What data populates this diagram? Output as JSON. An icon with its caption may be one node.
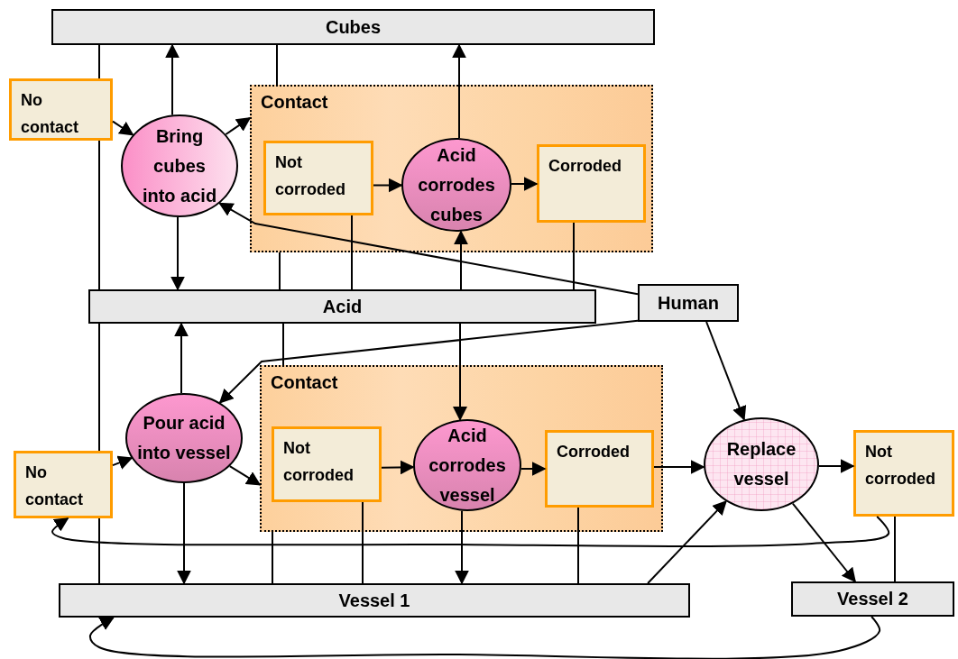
{
  "diagram": {
    "nodes": [
      {
        "text": [
          "Cubes"
        ]
      },
      {
        "text": [
          "No contact"
        ]
      },
      {
        "text": [
          "Bring cubes into acid"
        ]
      },
      {
        "text": [
          "Contact"
        ]
      },
      {
        "text": [
          "Not corroded"
        ],
        "in": 3
      },
      {
        "text": [
          "Acid corrodes cubes"
        ],
        "in": 3
      },
      {
        "text": [
          "Corroded"
        ],
        "in": 3
      },
      {
        "text": [
          "Acid"
        ]
      },
      {
        "text": [
          "Human"
        ]
      },
      {
        "text": [
          "No contact"
        ]
      },
      {
        "text": [
          "Pour acid into vessel"
        ]
      },
      {
        "text": [
          "Contact"
        ]
      },
      {
        "text": [
          "Not corroded"
        ],
        "in": 11
      },
      {
        "text": [
          "Acid corrodes vessel"
        ],
        "in": 11
      },
      {
        "text": [
          "Corroded"
        ],
        "in": 11
      },
      {
        "text": [
          "Replace vessel"
        ]
      },
      {
        "text": [
          "Not corroded"
        ]
      },
      {
        "text": [
          "Vessel 1"
        ]
      },
      {
        "text": [
          "Vessel 2"
        ]
      }
    ],
    "edges": [
      {
        "from": 0,
        "to": 1,
        "arrow": "none"
      },
      {
        "from": 1,
        "to": 7,
        "arrow": "none"
      },
      {
        "from": 1,
        "to": 2,
        "arrow": "to"
      },
      {
        "from": 2,
        "to": 0,
        "arrow": "to"
      },
      {
        "from": 2,
        "to": 7,
        "arrow": "to"
      },
      {
        "from": 2,
        "to": 3,
        "arrow": "to"
      },
      {
        "from": 4,
        "to": 5,
        "arrow": "to"
      },
      {
        "from": 5,
        "to": 6,
        "arrow": "to"
      },
      {
        "from": 5,
        "to": 0,
        "arrow": "to"
      },
      {
        "from": 7,
        "to": 5,
        "arrow": "to"
      },
      {
        "from": 4,
        "to": 7,
        "arrow": "none"
      },
      {
        "from": 6,
        "to": 7,
        "arrow": "none"
      },
      {
        "from": 0,
        "to": 3,
        "arrow": "none"
      },
      {
        "from": 3,
        "to": 7,
        "arrow": "none"
      },
      {
        "from": 8,
        "to": 2,
        "arrow": "to"
      },
      {
        "from": 7,
        "to": 9,
        "arrow": "none"
      },
      {
        "from": 9,
        "to": 17,
        "arrow": "none"
      },
      {
        "from": 9,
        "to": 10,
        "arrow": "to"
      },
      {
        "from": 10,
        "to": 7,
        "arrow": "to"
      },
      {
        "from": 10,
        "to": 17,
        "arrow": "to"
      },
      {
        "from": 10,
        "to": 11,
        "arrow": "to"
      },
      {
        "from": 7,
        "to": 11,
        "arrow": "none"
      },
      {
        "from": 11,
        "to": 17,
        "arrow": "none"
      },
      {
        "from": 12,
        "to": 13,
        "arrow": "to"
      },
      {
        "from": 13,
        "to": 14,
        "arrow": "to"
      },
      {
        "from": 7,
        "to": 13,
        "arrow": "to"
      },
      {
        "from": 13,
        "to": 17,
        "arrow": "to"
      },
      {
        "from": 12,
        "to": 17,
        "arrow": "none"
      },
      {
        "from": 14,
        "to": 17,
        "arrow": "none"
      },
      {
        "from": 8,
        "to": 10,
        "arrow": "to"
      },
      {
        "from": 8,
        "to": 15,
        "arrow": "to"
      },
      {
        "from": 14,
        "to": 15,
        "arrow": "to"
      },
      {
        "from": 15,
        "to": 16,
        "arrow": "to"
      },
      {
        "from": 15,
        "to": 18,
        "arrow": "to"
      },
      {
        "from": 17,
        "to": 15,
        "arrow": "to"
      },
      {
        "from": 16,
        "to": 18,
        "arrow": "none"
      },
      {
        "from": 16,
        "to": 9,
        "arrow": "to"
      },
      {
        "from": 18,
        "to": 17,
        "arrow": "to"
      }
    ]
  }
}
